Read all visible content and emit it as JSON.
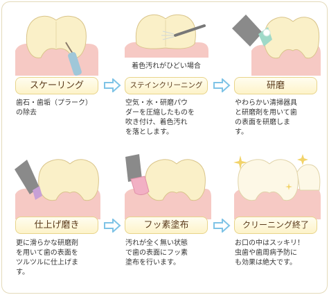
{
  "steps": [
    {
      "label": "スケーリング",
      "desc": "歯石・歯垢（プラーク）\nの除去",
      "icon": "scaler-icon"
    },
    {
      "label": "ステインクリーニング",
      "caption": "着色汚れがひどい場合",
      "desc": "空気・水・研磨パウ\nダーを圧縮したものを\n吹き付け、着色汚れ\nを落とします。",
      "icon": "air-polisher-icon"
    },
    {
      "label": "研磨",
      "desc": "やわらかい清掃器具\nと研磨剤を用いて歯\nの表面を研磨しま\nす。",
      "icon": "polishing-brush-icon"
    },
    {
      "label": "仕上げ磨き",
      "desc": "更に滑らかな研磨剤\nを用いて歯の表面を\nツルツルに仕上げま\nす。",
      "icon": "polishing-tip-icon"
    },
    {
      "label": "フッ素塗布",
      "desc": "汚れが全く無い状態\nで歯の表面にフッ素\n塗布を行います。",
      "icon": "fluoride-cup-icon"
    },
    {
      "label": "クリーニング終了",
      "desc": "お口の中はスッキリ！\n虫歯や歯周病予防に\nも効果は絶大です。",
      "icon": "sparkle-icon"
    }
  ],
  "colors": {
    "arrow": "#7ec3e6",
    "label_border": "#e8d48a",
    "tooth": "#faf0c8",
    "gum": "#f6c9c4"
  }
}
